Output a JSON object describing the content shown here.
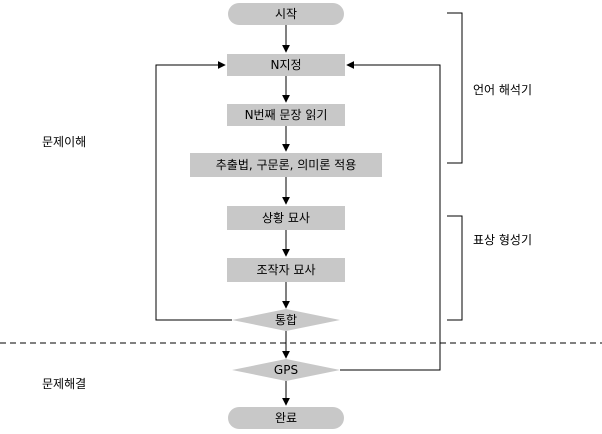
{
  "flowchart": {
    "nodes": {
      "start": "시작",
      "designate_n": "N지정",
      "read_sentence": "N번째 문장 읽기",
      "apply_rules": "추출법, 구문론, 의미론 적용",
      "describe_situation": "상황 묘사",
      "describe_operator": "조작자 묘사",
      "integrate": "통합",
      "gps": "GPS",
      "end": "완료"
    },
    "side_labels": {
      "understanding": "문제이해",
      "solving": "문제해결"
    },
    "bracket_labels": {
      "language_interpreter": "언어 해석기",
      "representation_builder": "표상 형성기"
    }
  },
  "colors": {
    "node_fill": "#c8c8c8",
    "line": "#000000",
    "background": "#ffffff"
  }
}
